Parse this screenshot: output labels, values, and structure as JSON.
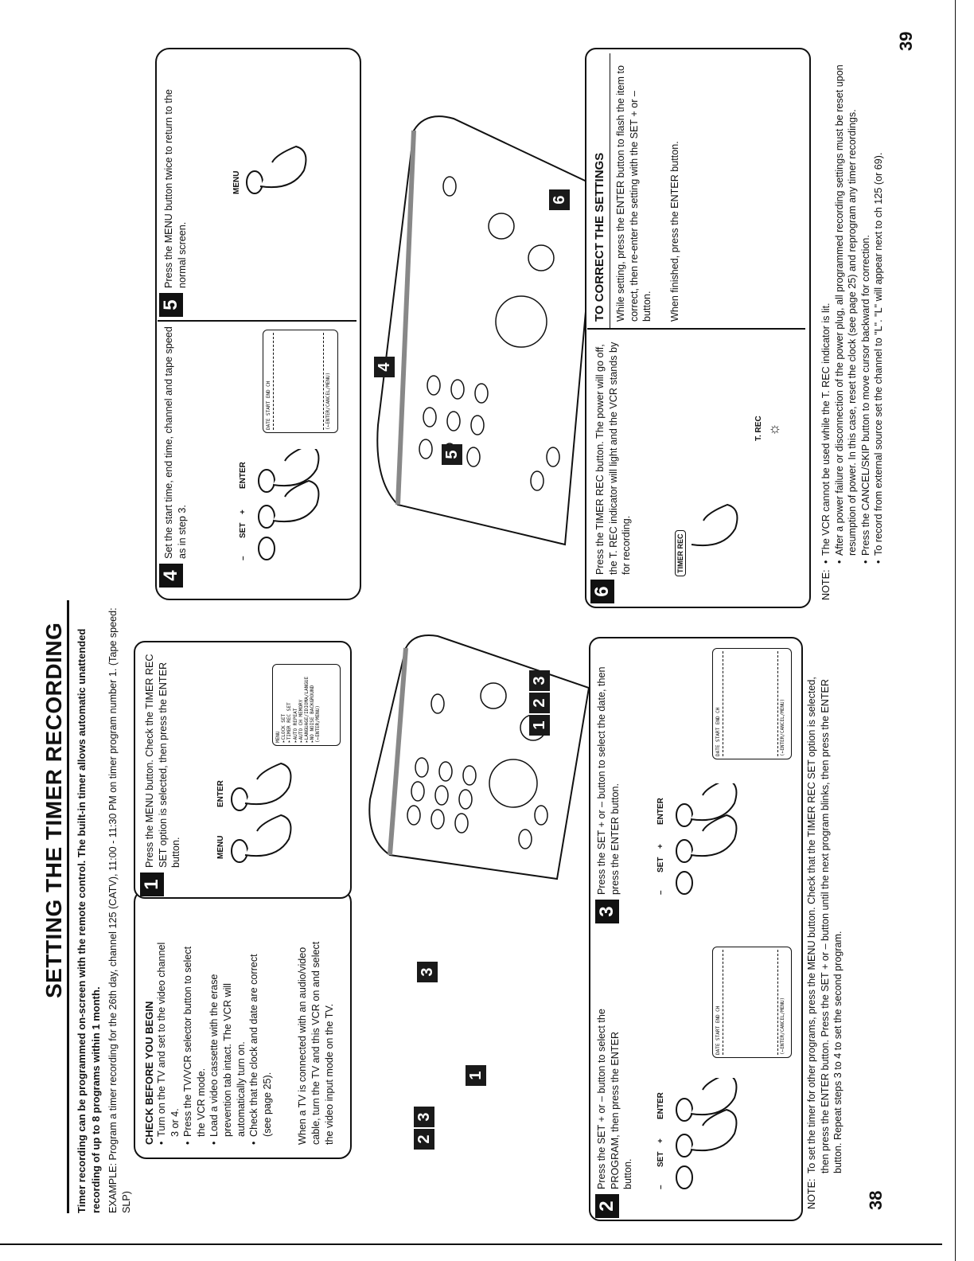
{
  "page_title": "SETTING THE TIMER RECORDING",
  "intro": "Timer recording can be programmed on-screen with the remote control. The built-in timer allows automatic unattended recording of up to 8 programs within 1 month.",
  "example": "EXAMPLE: Program a timer recording for the 26th day, channel 125 (CATV), 11:00 - 11:30 PM on timer program number 1. (Tape speed: SLP)",
  "check_before": {
    "heading": "CHECK BEFORE YOU BEGIN",
    "items": [
      "Turn on the TV and set to the video channel 3 or 4.",
      "Press the TV/VCR selector button to select the VCR mode.",
      "Load a video cassette with the erase prevention tab intact. The VCR will automatically turn on.",
      "Check that the clock and date are correct (see page 25)."
    ],
    "note": "When a TV is connected with an audio/video cable, turn the TV and this VCR on and select the video input mode on the TV."
  },
  "steps": {
    "s1": {
      "num": "1",
      "text": "Press the MENU button. Check the TIMER REC SET option is selected, then press the ENTER button."
    },
    "s2": {
      "num": "2",
      "text": "Press the SET + or – button to select the PROGRAM, then press the ENTER button."
    },
    "s3": {
      "num": "3",
      "text": "Press the SET + or – button to select the date, then press the ENTER button."
    },
    "s4": {
      "num": "4",
      "text": "Set the start time, end time, channel and tape speed as in step 3."
    },
    "s5": {
      "num": "5",
      "text": "Press the MENU button twice to return to the normal screen."
    },
    "s6": {
      "num": "6",
      "text": "Press the TIMER REC button. The power will go off, the T. REC indicator will light and the VCR stands by for recording."
    }
  },
  "correct": {
    "heading": "TO CORRECT THE SETTINGS",
    "text1": "While setting, press the ENTER button to flash the item to correct, then re-enter the setting with the SET + or – button.",
    "text2": "When finished, press the ENTER button."
  },
  "labels": {
    "menu": "MENU",
    "enter": "ENTER",
    "set": "SET",
    "minus": "–",
    "plus": "+",
    "timer_rec": "TIMER REC",
    "t_rec": "T. REC"
  },
  "callouts": {
    "left_23": [
      "2",
      "3"
    ],
    "left_1": [
      "1"
    ],
    "left_3": [
      "3"
    ],
    "mid_123": [
      "1",
      "2",
      "3"
    ],
    "right_5": [
      "5"
    ],
    "right_4": [
      "4"
    ],
    "right_6": [
      "6"
    ]
  },
  "menu_screen": {
    "title": "MENU",
    "items": [
      "▸CLOCK SET",
      "▸TIMER REC SET",
      "▸AUTO REPEAT",
      "▸AUTO CH MEMORY",
      "▸LANGUAGE/IDIOMA/LANGUE",
      "▸NO NOISE BACKGROUND"
    ],
    "footer": "(←ENTER/MENU)"
  },
  "timer_screen": {
    "header": "DATE START END CH",
    "footer": "(←ENTER/CANCEL/MENU)"
  },
  "note_left": {
    "label": "NOTE:",
    "text": "To set the timer for other programs, press the MENU button. Check that the TIMER REC SET option is selected, then press the ENTER button. Press the SET + or – button until the next program blinks, then press the ENTER button. Repeat steps 3 to 4 to set the second program."
  },
  "note_right": {
    "label": "NOTE:",
    "items": [
      "The VCR cannot be used while the T. REC indicator is lit.",
      "After a power failure or disconnection of the power plug, all programmed recording settings must be reset upon resumption of power. In this case, reset the clock (see page 25) and reprogram any timer recordings.",
      "Press the CANCEL/SKIP button to move cursor backward for correction.",
      "To record from external source set the channel to \"L\". \"L\" will appear next to ch 125 (or 69)."
    ]
  },
  "page_numbers": {
    "left": "38",
    "right": "39"
  }
}
